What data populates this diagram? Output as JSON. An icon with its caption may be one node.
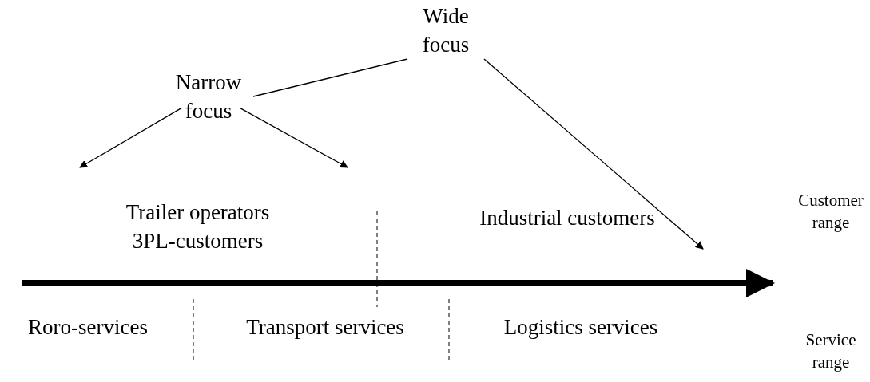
{
  "diagram": {
    "nodes": [
      {
        "text": [
          "Wide focus"
        ]
      },
      {
        "text": [
          "Narrow focus"
        ]
      }
    ],
    "edges": [
      {
        "from": 0,
        "to": 1,
        "arrow": "none"
      },
      {
        "from": 0,
        "to": null,
        "arrow": "to"
      },
      {
        "from": 1,
        "to": null,
        "arrow": "to"
      },
      {
        "from": 1,
        "to": null,
        "arrow": "to"
      }
    ],
    "labels": [
      "Trailer operators 3PL-customers",
      "Industrial customers",
      "Customer range",
      "Roro-services",
      "Transport services",
      "Logistics services",
      "Service range"
    ]
  }
}
